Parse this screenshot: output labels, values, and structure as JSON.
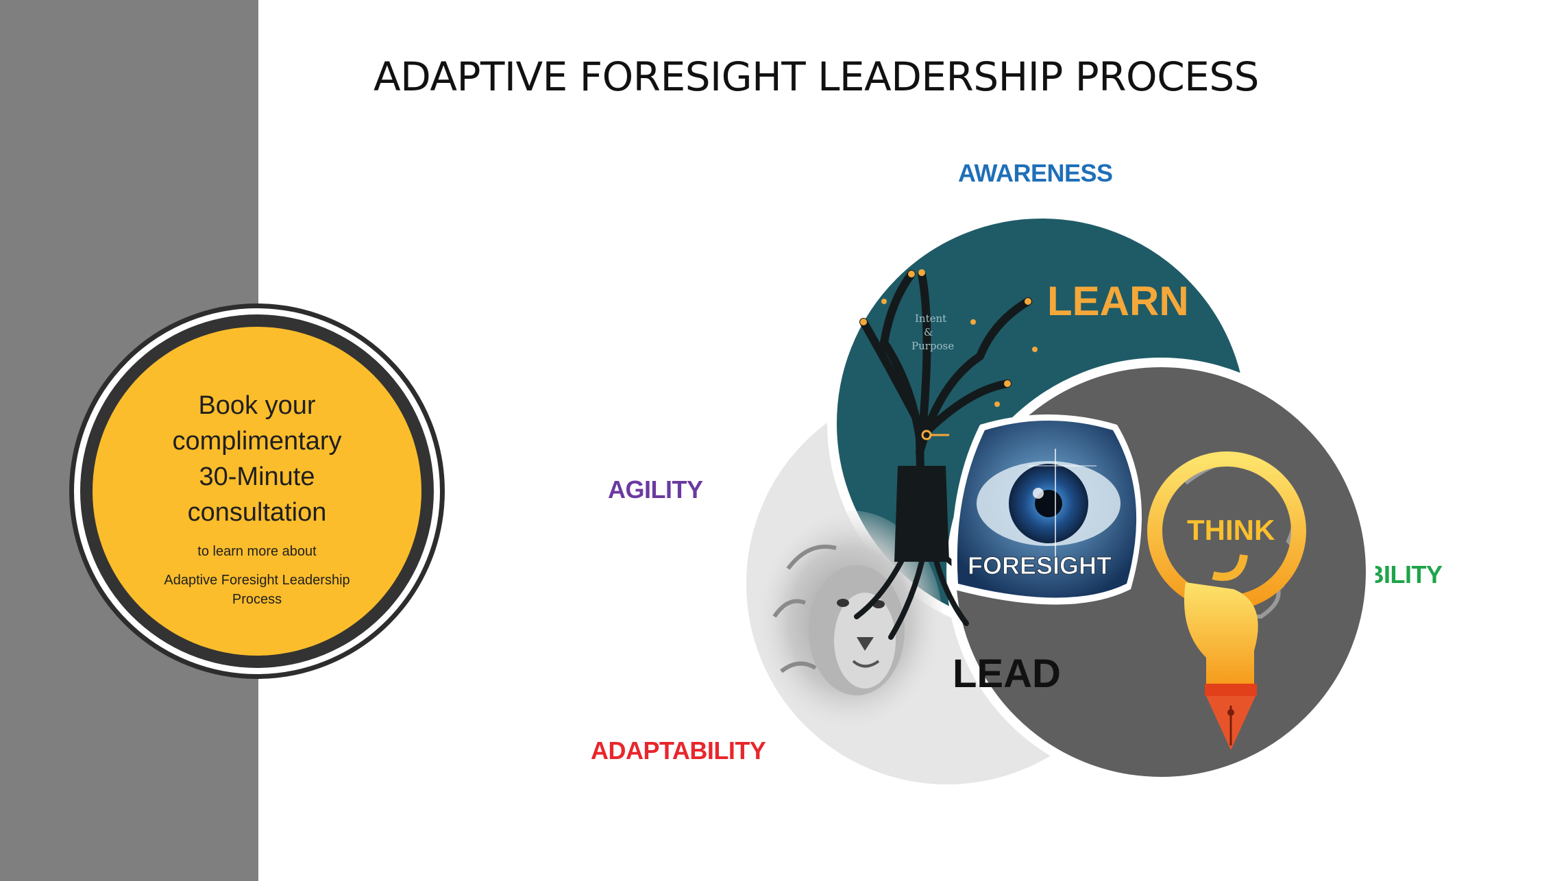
{
  "title": "ADAPTIVE FORESIGHT LEADERSHIP PROCESS",
  "cta": {
    "heading": "Book your complimentary 30-Minute consultation",
    "subtext": "to learn more about",
    "topic": "Adaptive Foresight Leadership Process"
  },
  "outer_labels": {
    "awareness": "AWARENESS",
    "agility": "AGILITY",
    "ability": "ABILITY",
    "adaptability": "ADAPTABILITY"
  },
  "circles": {
    "learn": "LEARN",
    "think": "THINK",
    "lead": "LEAD",
    "center": "FORESIGHT"
  },
  "tree_text": {
    "line1": "Intent",
    "line2": "&",
    "line3": "Purpose"
  },
  "colors": {
    "awareness": "#1f6fb8",
    "agility": "#6b3aa0",
    "ability": "#1ea44a",
    "adaptability": "#e8262c",
    "learn_circle": "#1f5b66",
    "learn_text": "#f5a83a",
    "think_circle": "#5f5f5f",
    "think_text": "#fbc02d",
    "lead_circle": "#e6e6e6",
    "cta_fill": "#fbbd2b",
    "sidebar": "#7f7f7f"
  },
  "icons": [
    "tree-icon",
    "lion-icon",
    "eye-icon",
    "lightbulb-head-icon",
    "pen-nib-icon",
    "key-icon"
  ]
}
